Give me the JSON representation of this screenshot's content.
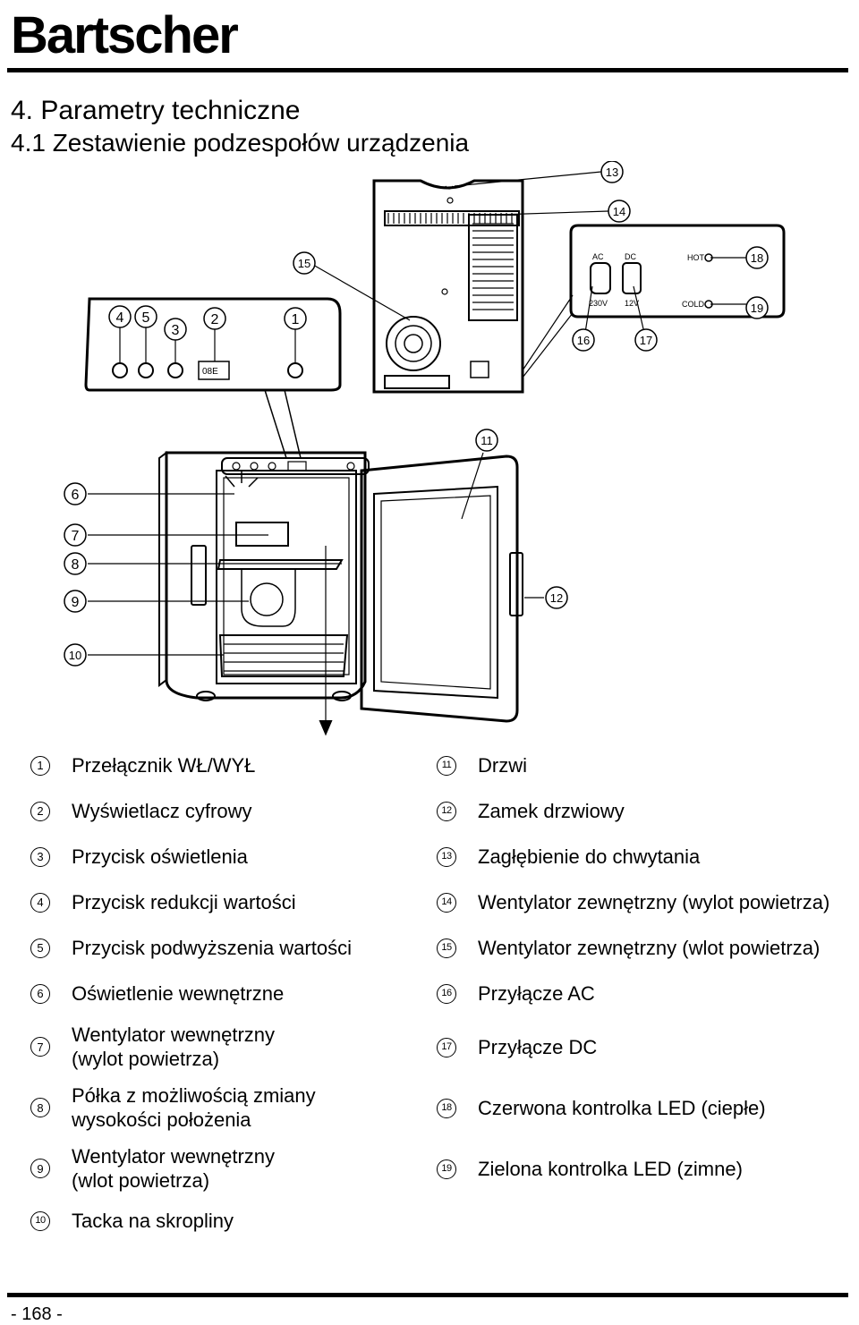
{
  "header": {
    "brand": "Bartscher",
    "title": "4. Parametry techniczne",
    "subtitle": "4.1 Zestawienie podzespołów urządzenia"
  },
  "diagram": {
    "callouts": [
      "1",
      "2",
      "3",
      "4",
      "5",
      "6",
      "7",
      "8",
      "9",
      "10",
      "11",
      "12",
      "13",
      "14",
      "15",
      "16",
      "17",
      "18",
      "19"
    ],
    "panel_labels": {
      "ac": "AC",
      "dc": "DC",
      "v230": "230V",
      "v12": "12V",
      "hot": "HOT",
      "cold": "COLD",
      "display": "08E"
    }
  },
  "legend": {
    "left": [
      {
        "num": "1",
        "text": "Przełącznik WŁ/WYŁ"
      },
      {
        "num": "2",
        "text": "Wyświetlacz cyfrowy"
      },
      {
        "num": "3",
        "text": "Przycisk oświetlenia"
      },
      {
        "num": "4",
        "text": "Przycisk redukcji wartości"
      },
      {
        "num": "5",
        "text": "Przycisk podwyższenia wartości"
      },
      {
        "num": "6",
        "text": "Oświetlenie wewnętrzne"
      },
      {
        "num": "7",
        "text": "Wentylator wewnętrzny\n(wylot powietrza)"
      },
      {
        "num": "8",
        "text": "Półka z możliwością zmiany\nwysokości położenia"
      },
      {
        "num": "9",
        "text": "Wentylator wewnętrzny\n(wlot powietrza)"
      },
      {
        "num": "10",
        "text": "Tacka na skropliny"
      }
    ],
    "right": [
      {
        "num": "11",
        "text": "Drzwi"
      },
      {
        "num": "12",
        "text": "Zamek drzwiowy"
      },
      {
        "num": "13",
        "text": "Zagłębienie do chwytania"
      },
      {
        "num": "14",
        "text": "Wentylator zewnętrzny (wylot powietrza)"
      },
      {
        "num": "15",
        "text": "Wentylator zewnętrzny (wlot powietrza)"
      },
      {
        "num": "16",
        "text": "Przyłącze AC"
      },
      {
        "num": "17",
        "text": "Przyłącze DC"
      },
      {
        "num": "18",
        "text": "Czerwona kontrolka LED (ciepłe)"
      },
      {
        "num": "19",
        "text": "Zielona kontrolka LED (zimne)"
      }
    ]
  },
  "footer": {
    "page_number": "- 168 -"
  }
}
